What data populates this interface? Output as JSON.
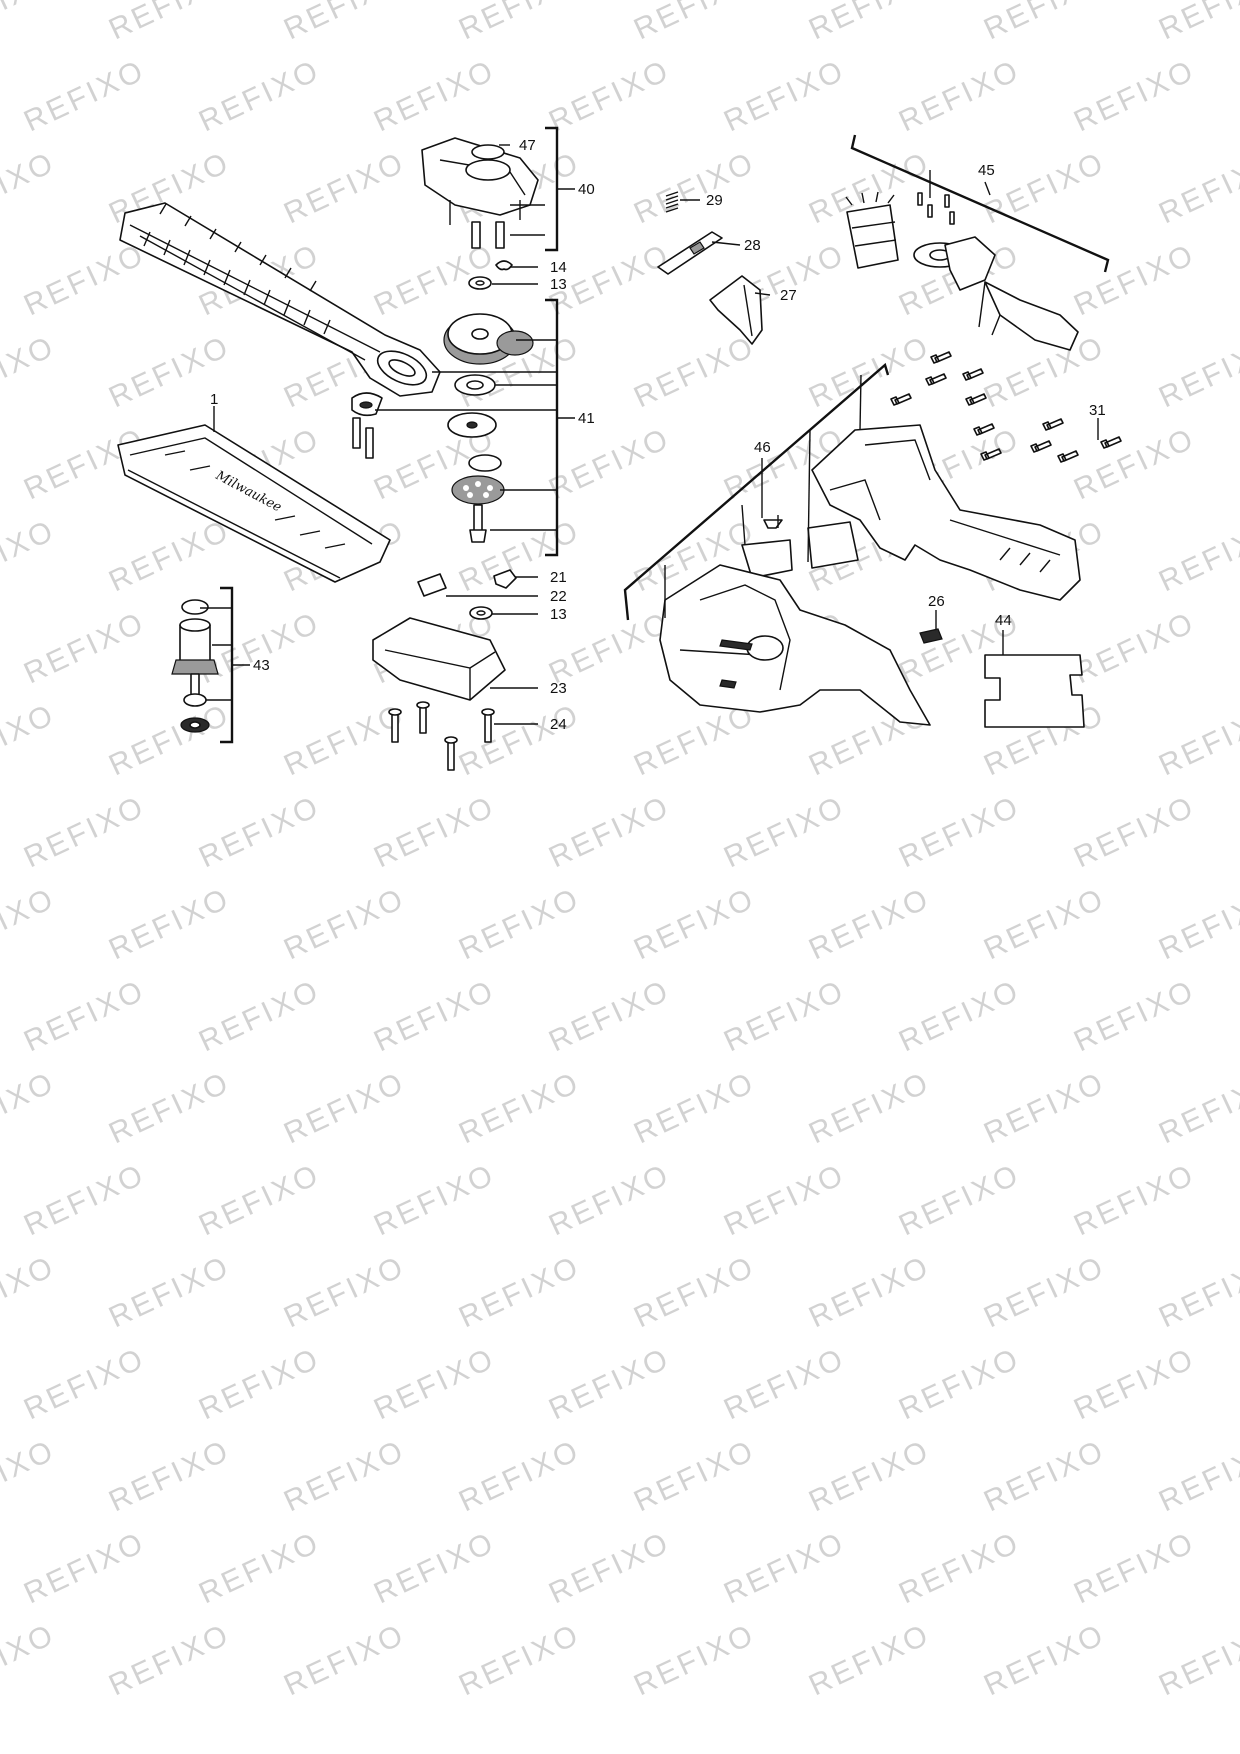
{
  "watermark": "REFIXO",
  "callouts": {
    "c1": "1",
    "c13a": "13",
    "c13b": "13",
    "c14": "14",
    "c21": "21",
    "c22": "22",
    "c23": "23",
    "c24": "24",
    "c26": "26",
    "c27": "27",
    "c28": "28",
    "c29": "29",
    "c31": "31",
    "c40": "40",
    "c41": "41",
    "c43": "43",
    "c44": "44",
    "c45": "45",
    "c46": "46",
    "c47": "47"
  },
  "brand_mark": "Milwaukee"
}
